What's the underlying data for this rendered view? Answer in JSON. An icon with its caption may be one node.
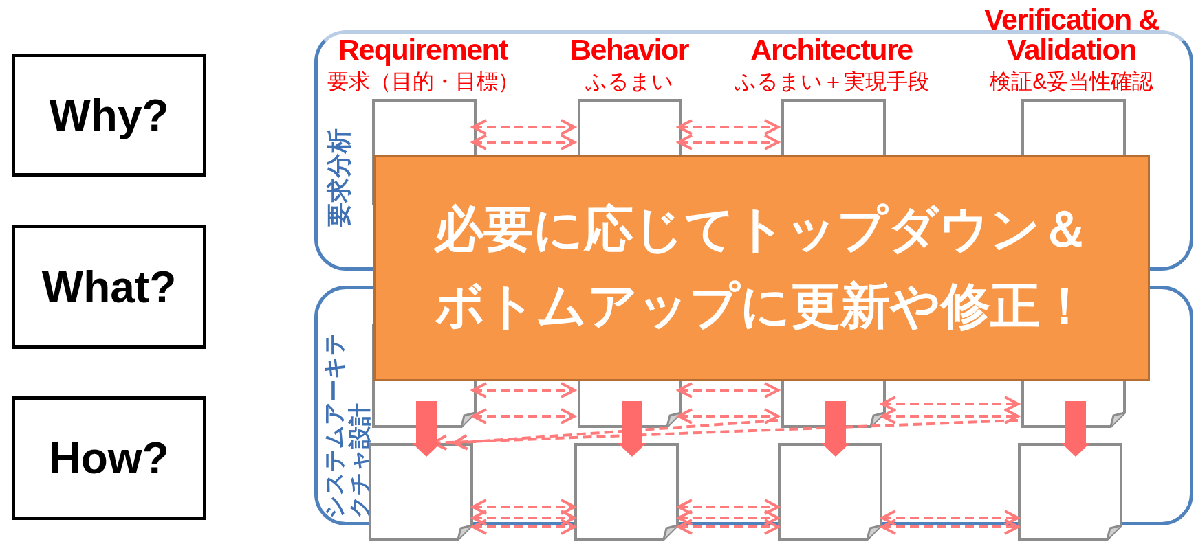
{
  "diagram": {
    "nodes": [
      {
        "text": [
          "Why?"
        ]
      },
      {
        "text": [
          "What?"
        ]
      },
      {
        "text": [
          "How?"
        ]
      },
      {
        "text": [
          "要求分析"
        ]
      },
      {
        "text": [],
        "shape": "document",
        "in": 3
      },
      {
        "text": [],
        "shape": "document",
        "in": 3
      },
      {
        "text": [],
        "shape": "document",
        "in": 3
      },
      {
        "text": [],
        "shape": "document",
        "in": 3
      },
      {
        "text": [
          "システムアーキテクチャ設計"
        ]
      },
      {
        "text": [],
        "shape": "document",
        "in": 8
      },
      {
        "text": [],
        "shape": "document",
        "in": 8
      },
      {
        "text": [],
        "shape": "document",
        "in": 8
      },
      {
        "text": [],
        "shape": "document",
        "in": 8
      },
      {
        "text": [],
        "shape": "document"
      },
      {
        "text": [],
        "shape": "document"
      },
      {
        "text": [],
        "shape": "document"
      },
      {
        "text": [],
        "shape": "document"
      },
      {
        "text": [
          "必要に応じてトップダウン＆ボトムアップに更新や修正！"
        ]
      }
    ],
    "edges": [
      {
        "from": 4,
        "to": 5,
        "arrow": "both",
        "style": "dashed"
      },
      {
        "from": 5,
        "to": 6,
        "arrow": "both",
        "style": "dashed"
      },
      {
        "from": 4,
        "to": 5,
        "arrow": "both",
        "style": "dashed"
      },
      {
        "from": 5,
        "to": 6,
        "arrow": "both",
        "style": "dashed"
      },
      {
        "from": 9,
        "to": 10,
        "arrow": "both",
        "style": "dashed"
      },
      {
        "from": 10,
        "to": 11,
        "arrow": "both",
        "style": "dashed"
      },
      {
        "from": 11,
        "to": 12,
        "arrow": "both",
        "style": "dashed"
      },
      {
        "from": 9,
        "to": 10,
        "arrow": "both",
        "style": "dashed"
      },
      {
        "from": 10,
        "to": 11,
        "arrow": "both",
        "style": "dashed"
      },
      {
        "from": 11,
        "to": 12,
        "arrow": "both",
        "style": "dashed"
      },
      {
        "from": 11,
        "to": 13,
        "arrow": "to",
        "style": "dashed"
      },
      {
        "from": 12,
        "to": 13,
        "arrow": "to",
        "style": "dashed"
      },
      {
        "from": 13,
        "to": 14,
        "arrow": "both",
        "style": "dashed"
      },
      {
        "from": 14,
        "to": 15,
        "arrow": "both",
        "style": "dashed"
      },
      {
        "from": 13,
        "to": 14,
        "arrow": "both",
        "style": "dashed"
      },
      {
        "from": 14,
        "to": 15,
        "arrow": "both",
        "style": "dashed"
      },
      {
        "from": 15,
        "to": 16,
        "arrow": "both",
        "style": "dashed"
      },
      {
        "from": 13,
        "to": 14,
        "arrow": "both",
        "style": "dashed"
      },
      {
        "from": 14,
        "to": 15,
        "arrow": "both",
        "style": "dashed"
      },
      {
        "from": 15,
        "to": 16,
        "arrow": "both",
        "style": "dashed"
      },
      {
        "from": 9,
        "to": 13,
        "arrow": "to",
        "style": "thick",
        "color": "#ff6b6b"
      },
      {
        "from": 10,
        "to": 14,
        "arrow": "to",
        "style": "thick",
        "color": "#ff6b6b"
      },
      {
        "from": 11,
        "to": 15,
        "arrow": "to",
        "style": "thick",
        "color": "#ff6b6b"
      },
      {
        "from": 12,
        "to": 16,
        "arrow": "to",
        "style": "thick",
        "color": "#ff6b6b"
      }
    ],
    "labels": [
      "Requirement",
      "要求（目的・目標）",
      "Behavior",
      "ふるまい",
      "Architecture",
      "ふるまい＋実現手段",
      "Verification & Validation",
      "検証&妥当性確認"
    ]
  }
}
